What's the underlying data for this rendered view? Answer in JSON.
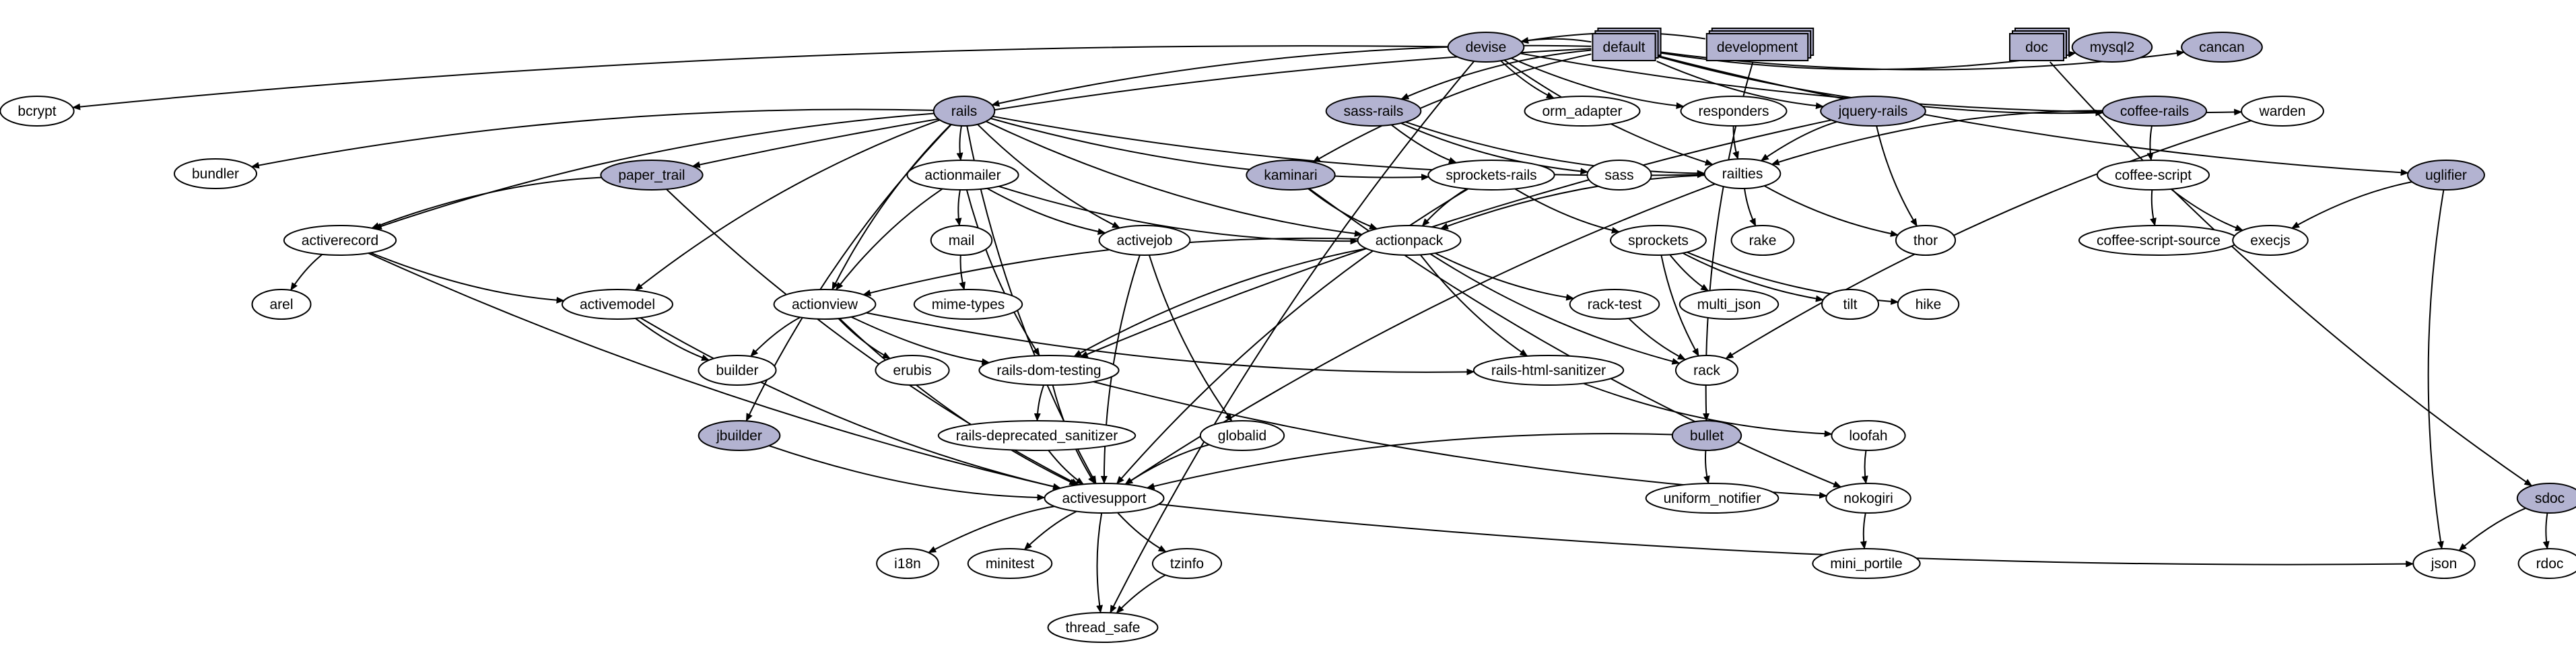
{
  "colors": {
    "highlight": "#b3b3d1",
    "plain": "#ffffff",
    "stroke": "#000000"
  },
  "nodes": [
    {
      "id": "devise",
      "label": "devise",
      "highlight": true
    },
    {
      "id": "default",
      "label": "default",
      "highlight": true,
      "box": true
    },
    {
      "id": "development",
      "label": "development",
      "highlight": true,
      "box": true
    },
    {
      "id": "doc",
      "label": "doc",
      "highlight": true,
      "box": true
    },
    {
      "id": "mysql2",
      "label": "mysql2",
      "highlight": true
    },
    {
      "id": "cancan",
      "label": "cancan",
      "highlight": true
    },
    {
      "id": "bcrypt",
      "label": "bcrypt"
    },
    {
      "id": "rails",
      "label": "rails",
      "highlight": true
    },
    {
      "id": "sass-rails",
      "label": "sass-rails",
      "highlight": true
    },
    {
      "id": "orm_adapter",
      "label": "orm_adapter"
    },
    {
      "id": "responders",
      "label": "responders"
    },
    {
      "id": "jquery-rails",
      "label": "jquery-rails",
      "highlight": true
    },
    {
      "id": "coffee-rails",
      "label": "coffee-rails",
      "highlight": true
    },
    {
      "id": "warden",
      "label": "warden"
    },
    {
      "id": "bundler",
      "label": "bundler"
    },
    {
      "id": "paper_trail",
      "label": "paper_trail",
      "highlight": true
    },
    {
      "id": "actionmailer",
      "label": "actionmailer"
    },
    {
      "id": "kaminari",
      "label": "kaminari",
      "highlight": true
    },
    {
      "id": "sprockets-rails",
      "label": "sprockets-rails"
    },
    {
      "id": "sass",
      "label": "sass"
    },
    {
      "id": "railties",
      "label": "railties"
    },
    {
      "id": "coffee-script",
      "label": "coffee-script"
    },
    {
      "id": "uglifier",
      "label": "uglifier",
      "highlight": true
    },
    {
      "id": "activerecord",
      "label": "activerecord"
    },
    {
      "id": "mail",
      "label": "mail"
    },
    {
      "id": "activejob",
      "label": "activejob"
    },
    {
      "id": "actionpack",
      "label": "actionpack"
    },
    {
      "id": "sprockets",
      "label": "sprockets"
    },
    {
      "id": "rake",
      "label": "rake"
    },
    {
      "id": "thor",
      "label": "thor"
    },
    {
      "id": "coffee-script-source",
      "label": "coffee-script-source"
    },
    {
      "id": "execjs",
      "label": "execjs"
    },
    {
      "id": "arel",
      "label": "arel"
    },
    {
      "id": "activemodel",
      "label": "activemodel"
    },
    {
      "id": "actionview",
      "label": "actionview"
    },
    {
      "id": "mime-types",
      "label": "mime-types"
    },
    {
      "id": "rack-test",
      "label": "rack-test"
    },
    {
      "id": "multi_json",
      "label": "multi_json"
    },
    {
      "id": "tilt",
      "label": "tilt"
    },
    {
      "id": "hike",
      "label": "hike"
    },
    {
      "id": "builder",
      "label": "builder"
    },
    {
      "id": "erubis",
      "label": "erubis"
    },
    {
      "id": "rails-dom-testing",
      "label": "rails-dom-testing"
    },
    {
      "id": "rails-html-sanitizer",
      "label": "rails-html-sanitizer"
    },
    {
      "id": "rack",
      "label": "rack"
    },
    {
      "id": "jbuilder",
      "label": "jbuilder",
      "highlight": true
    },
    {
      "id": "rails-deprecated_sanitizer",
      "label": "rails-deprecated_sanitizer"
    },
    {
      "id": "globalid",
      "label": "globalid"
    },
    {
      "id": "bullet",
      "label": "bullet",
      "highlight": true
    },
    {
      "id": "loofah",
      "label": "loofah"
    },
    {
      "id": "activesupport",
      "label": "activesupport"
    },
    {
      "id": "uniform_notifier",
      "label": "uniform_notifier"
    },
    {
      "id": "nokogiri",
      "label": "nokogiri"
    },
    {
      "id": "sdoc",
      "label": "sdoc",
      "highlight": true
    },
    {
      "id": "i18n",
      "label": "i18n"
    },
    {
      "id": "minitest",
      "label": "minitest"
    },
    {
      "id": "tzinfo",
      "label": "tzinfo"
    },
    {
      "id": "mini_portile",
      "label": "mini_portile"
    },
    {
      "id": "json",
      "label": "json"
    },
    {
      "id": "rdoc",
      "label": "rdoc"
    },
    {
      "id": "thread_safe",
      "label": "thread_safe"
    }
  ],
  "edges": [
    [
      "default",
      "devise"
    ],
    [
      "default",
      "mysql2"
    ],
    [
      "default",
      "cancan"
    ],
    [
      "default",
      "rails"
    ],
    [
      "default",
      "sass-rails"
    ],
    [
      "default",
      "jquery-rails"
    ],
    [
      "default",
      "coffee-rails"
    ],
    [
      "default",
      "uglifier"
    ],
    [
      "default",
      "paper_trail"
    ],
    [
      "default",
      "kaminari"
    ],
    [
      "development",
      "devise"
    ],
    [
      "development",
      "bullet"
    ],
    [
      "doc",
      "sdoc"
    ],
    [
      "devise",
      "bcrypt"
    ],
    [
      "devise",
      "orm_adapter"
    ],
    [
      "devise",
      "responders"
    ],
    [
      "devise",
      "warden"
    ],
    [
      "devise",
      "railties"
    ],
    [
      "devise",
      "thread_safe"
    ],
    [
      "rails",
      "bundler"
    ],
    [
      "rails",
      "actionmailer"
    ],
    [
      "rails",
      "activerecord"
    ],
    [
      "rails",
      "actionpack"
    ],
    [
      "rails",
      "activemodel"
    ],
    [
      "rails",
      "actionview"
    ],
    [
      "rails",
      "activejob"
    ],
    [
      "rails",
      "railties"
    ],
    [
      "rails",
      "sprockets-rails"
    ],
    [
      "rails",
      "activesupport"
    ],
    [
      "rails",
      "jbuilder"
    ],
    [
      "sass-rails",
      "sass"
    ],
    [
      "sass-rails",
      "railties"
    ],
    [
      "sass-rails",
      "sprockets-rails"
    ],
    [
      "responders",
      "railties"
    ],
    [
      "jquery-rails",
      "railties"
    ],
    [
      "jquery-rails",
      "thor"
    ],
    [
      "jquery-rails",
      "rails-dom-testing"
    ],
    [
      "coffee-rails",
      "railties"
    ],
    [
      "coffee-rails",
      "coffee-script"
    ],
    [
      "warden",
      "rack"
    ],
    [
      "paper_trail",
      "activerecord"
    ],
    [
      "paper_trail",
      "activesupport"
    ],
    [
      "kaminari",
      "actionpack"
    ],
    [
      "kaminari",
      "nokogiri"
    ],
    [
      "actionmailer",
      "mail"
    ],
    [
      "actionmailer",
      "activejob"
    ],
    [
      "actionmailer",
      "actionpack"
    ],
    [
      "actionmailer",
      "actionview"
    ],
    [
      "actionmailer",
      "rails-dom-testing"
    ],
    [
      "sprockets-rails",
      "actionpack"
    ],
    [
      "sprockets-rails",
      "sprockets"
    ],
    [
      "sprockets-rails",
      "activesupport"
    ],
    [
      "railties",
      "actionpack"
    ],
    [
      "railties",
      "rake"
    ],
    [
      "railties",
      "thor"
    ],
    [
      "railties",
      "activesupport"
    ],
    [
      "coffee-script",
      "coffee-script-source"
    ],
    [
      "coffee-script",
      "execjs"
    ],
    [
      "uglifier",
      "execjs"
    ],
    [
      "uglifier",
      "json"
    ],
    [
      "activerecord",
      "arel"
    ],
    [
      "activerecord",
      "activemodel"
    ],
    [
      "activerecord",
      "activesupport"
    ],
    [
      "mail",
      "mime-types"
    ],
    [
      "activejob",
      "globalid"
    ],
    [
      "activejob",
      "activesupport"
    ],
    [
      "actionpack",
      "actionview"
    ],
    [
      "actionpack",
      "rack-test"
    ],
    [
      "actionpack",
      "rack"
    ],
    [
      "actionpack",
      "rails-dom-testing"
    ],
    [
      "actionpack",
      "rails-html-sanitizer"
    ],
    [
      "sprockets",
      "multi_json"
    ],
    [
      "sprockets",
      "tilt"
    ],
    [
      "sprockets",
      "hike"
    ],
    [
      "sprockets",
      "rack"
    ],
    [
      "activemodel",
      "builder"
    ],
    [
      "activemodel",
      "activesupport"
    ],
    [
      "actionview",
      "builder"
    ],
    [
      "actionview",
      "erubis"
    ],
    [
      "actionview",
      "rails-dom-testing"
    ],
    [
      "actionview",
      "rails-html-sanitizer"
    ],
    [
      "actionview",
      "activesupport"
    ],
    [
      "rack-test",
      "rack"
    ],
    [
      "rails-dom-testing",
      "rails-deprecated_sanitizer"
    ],
    [
      "rails-dom-testing",
      "nokogiri"
    ],
    [
      "rails-dom-testing",
      "activesupport"
    ],
    [
      "rails-html-sanitizer",
      "loofah"
    ],
    [
      "jbuilder",
      "activesupport"
    ],
    [
      "rails-deprecated_sanitizer",
      "activesupport"
    ],
    [
      "globalid",
      "activesupport"
    ],
    [
      "bullet",
      "activesupport"
    ],
    [
      "bullet",
      "uniform_notifier"
    ],
    [
      "loofah",
      "nokogiri"
    ],
    [
      "nokogiri",
      "mini_portile"
    ],
    [
      "activesupport",
      "i18n"
    ],
    [
      "activesupport",
      "minitest"
    ],
    [
      "activesupport",
      "tzinfo"
    ],
    [
      "activesupport",
      "thread_safe"
    ],
    [
      "activesupport",
      "json"
    ],
    [
      "tzinfo",
      "thread_safe"
    ],
    [
      "sdoc",
      "json"
    ],
    [
      "sdoc",
      "rdoc"
    ]
  ]
}
